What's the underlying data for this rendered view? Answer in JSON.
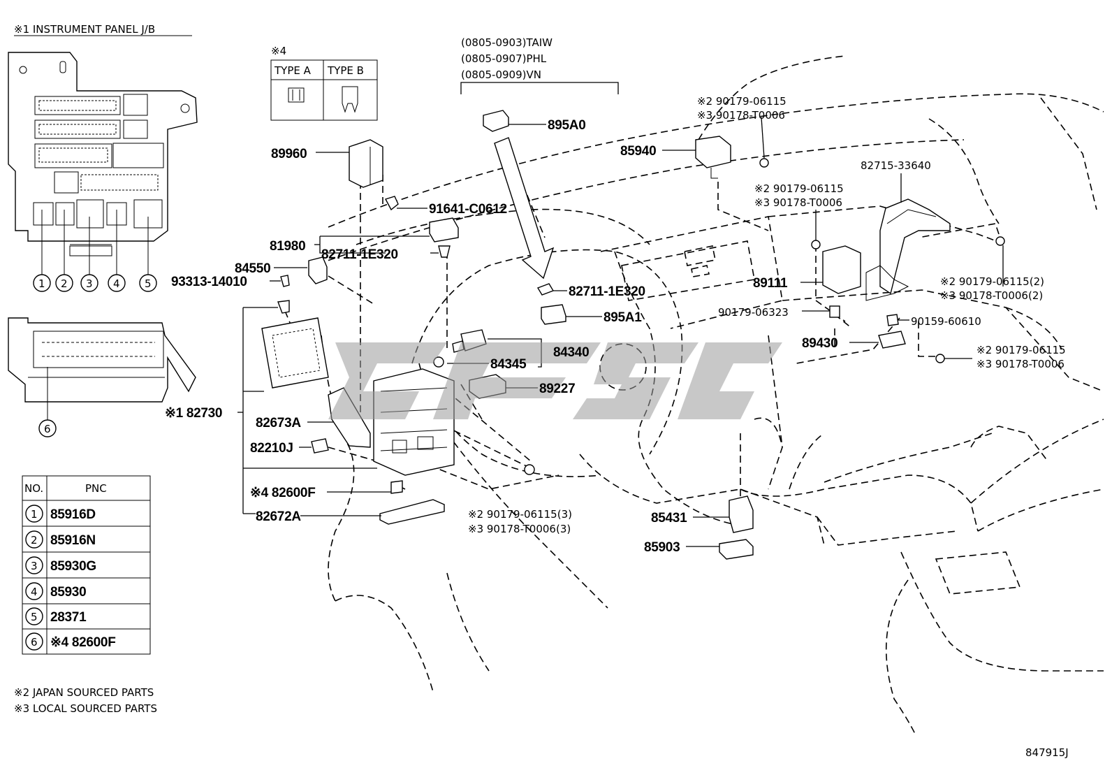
{
  "notes": {
    "jb_title": "※1 INSTRUMENT PANEL J/B",
    "type_ref": "※4",
    "type_a": "TYPE A",
    "type_b": "TYPE B",
    "date_1": "(0805-0903)TAIW",
    "date_2": "(0805-0907)PHL",
    "date_3": "(0805-0909)VN",
    "japan": "※2 JAPAN SOURCED PARTS",
    "local": "※3 LOCAL SOURCED PARTS",
    "drawing_no": "847915J"
  },
  "table": {
    "head_no": "NO.",
    "head_pnc": "PNC",
    "rows": [
      {
        "no": "1",
        "pnc": "85916D"
      },
      {
        "no": "2",
        "pnc": "85916N"
      },
      {
        "no": "3",
        "pnc": "85930G"
      },
      {
        "no": "4",
        "pnc": "85930"
      },
      {
        "no": "5",
        "pnc": "28371"
      },
      {
        "no": "6",
        "pnc": "※4 82600F"
      }
    ]
  },
  "circles": [
    "1",
    "2",
    "3",
    "4",
    "5",
    "6"
  ],
  "labels": {
    "p895A0": "895A0",
    "p89960": "89960",
    "p91641": "91641-C0612",
    "p81980": "81980",
    "p82711a": "82711-1E320",
    "p84550": "84550",
    "p93313": "93313-14010",
    "p82711b": "82711-1E320",
    "p895A1": "895A1",
    "p84340": "84340",
    "p84345": "84345",
    "p89227": "89227",
    "p82730": "※1 82730",
    "p82673A": "82673A",
    "p82210J": "82210J",
    "p82600F": "※4 82600F",
    "p82672A": "82672A",
    "p_nut3a": "※2 90179-06115(3)",
    "p_nut3b": "※3 90178-T0006(3)",
    "p85940": "85940",
    "p_top_a": "※2 90179-06115",
    "p_top_b": "※3 90178-T0006",
    "p82715": "82715-33640",
    "p_mid_a": "※2 90179-06115",
    "p_mid_b": "※3 90178-T0006",
    "p89111": "89111",
    "p_r2a": "※2 90179-06115(2)",
    "p_r2b": "※3 90178-T0006(2)",
    "p90179_06323": "90179-06323",
    "p90159": "90159-60610",
    "p89430": "89430",
    "p_low_a": "※2 90179-06115",
    "p_low_b": "※3 90178-T0006",
    "p85431": "85431",
    "p85903": "85903"
  }
}
